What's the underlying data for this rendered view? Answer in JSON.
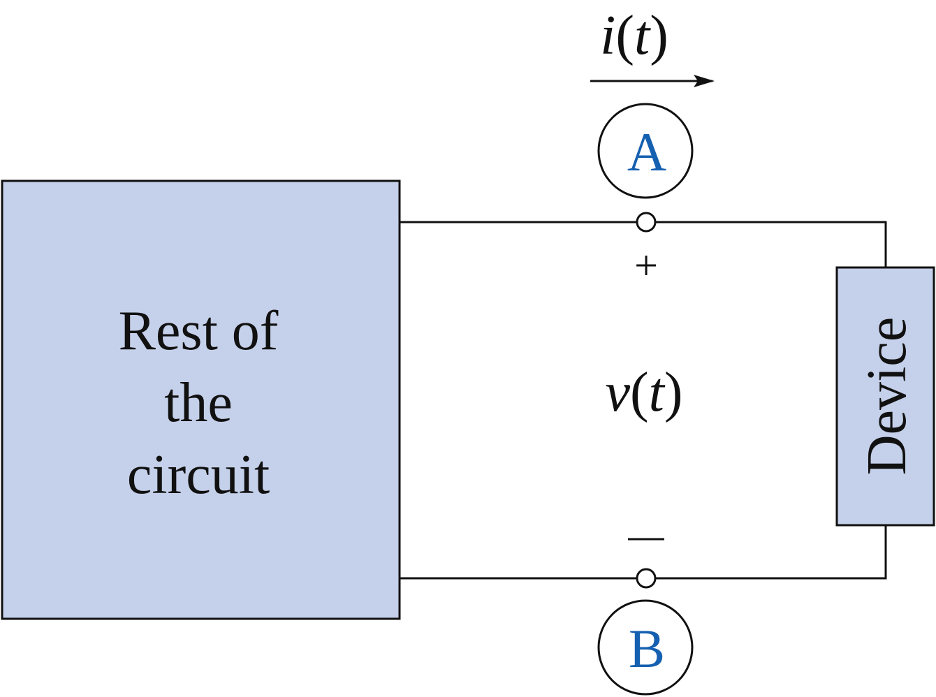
{
  "block": {
    "label_lines": [
      "Rest of",
      "the",
      "circuit"
    ],
    "fill": "#c5d0ea"
  },
  "device": {
    "label": "Device",
    "fill": "#c5d0ea"
  },
  "current": {
    "symbol": "i",
    "paren_open": "(",
    "variable": "t",
    "paren_close": ")"
  },
  "voltage": {
    "symbol": "v",
    "paren_open": "(",
    "variable": "t",
    "paren_close": ")",
    "plus": "+",
    "minus": "–"
  },
  "nodes": {
    "a_label": "A",
    "b_label": "B",
    "label_color": "#1560b0"
  },
  "colors": {
    "line": "#111111"
  }
}
